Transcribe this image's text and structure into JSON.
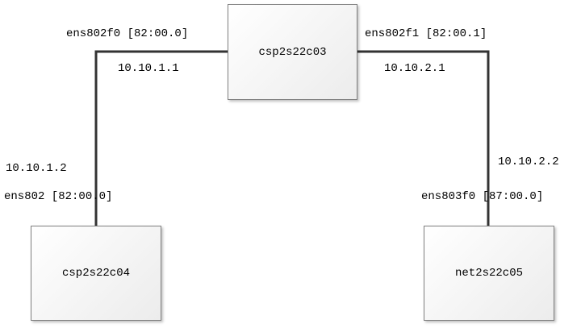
{
  "nodes": {
    "top": "csp2s22c03",
    "left": "csp2s22c04",
    "right": "net2s22c05"
  },
  "labels": {
    "top_left_if": "ens802f0 [82:00.0]",
    "top_right_if": "ens802f1 [82:00.1]",
    "top_left_ip": "10.10.1.1",
    "top_right_ip": "10.10.2.1",
    "left_ip": "10.10.1.2",
    "left_if": "ens802 [82:00.0]",
    "right_ip": "10.10.2.2",
    "right_if": "ens803f0 [87:00.0]"
  },
  "colors": {
    "link": "#333333",
    "node_border": "#7f7f7f"
  }
}
